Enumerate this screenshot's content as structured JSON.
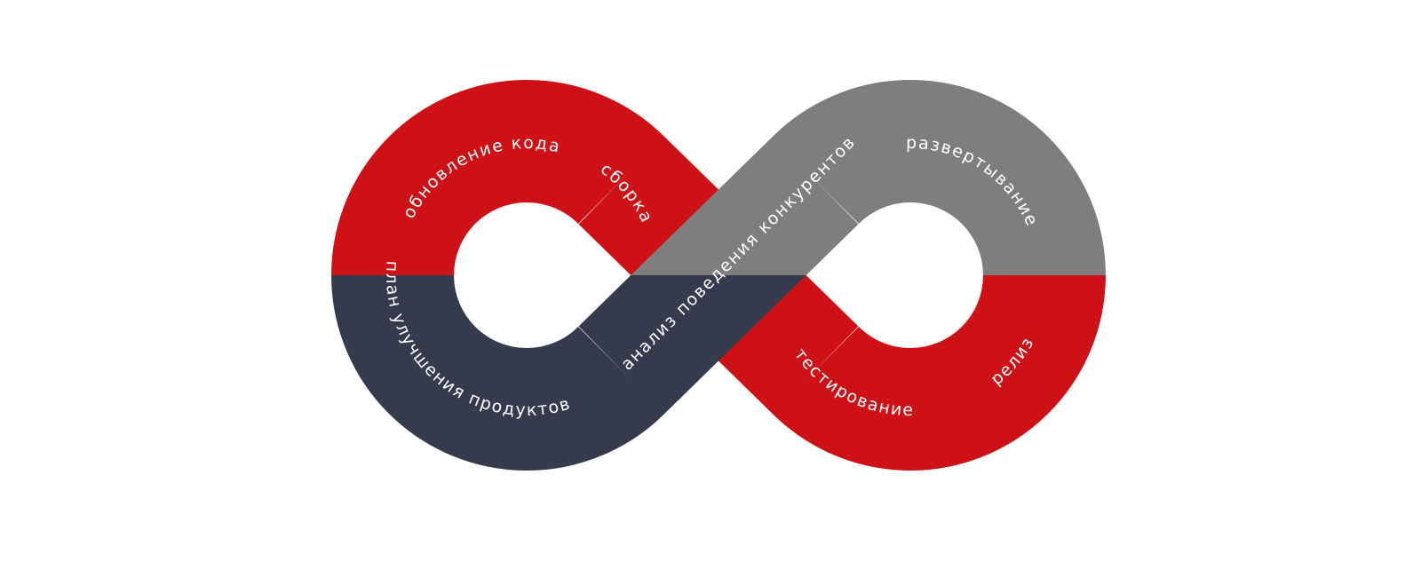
{
  "diagram": {
    "type": "infinity-loop",
    "colors": {
      "red": "#CE1117",
      "gray": "#7E7E7E",
      "navy": "#353B4C",
      "text": "#FFFFFF",
      "background": "#FFFFFF"
    },
    "segments": [
      {
        "id": "code-update",
        "label": "обновление кода",
        "color": "#CE1117"
      },
      {
        "id": "build",
        "label": "сборка",
        "color": "#CE1117"
      },
      {
        "id": "competitor-analysis",
        "label": "анализ поведения конкурентов",
        "color": "#7E7E7E"
      },
      {
        "id": "deployment",
        "label": "развертывание",
        "color": "#7E7E7E"
      },
      {
        "id": "release",
        "label": "релиз",
        "color": "#CE1117"
      },
      {
        "id": "testing",
        "label": "тестирование",
        "color": "#CE1117"
      },
      {
        "id": "product-improvement-plan",
        "label": "план улучшения продуктов",
        "color": "#353B4C"
      }
    ]
  }
}
